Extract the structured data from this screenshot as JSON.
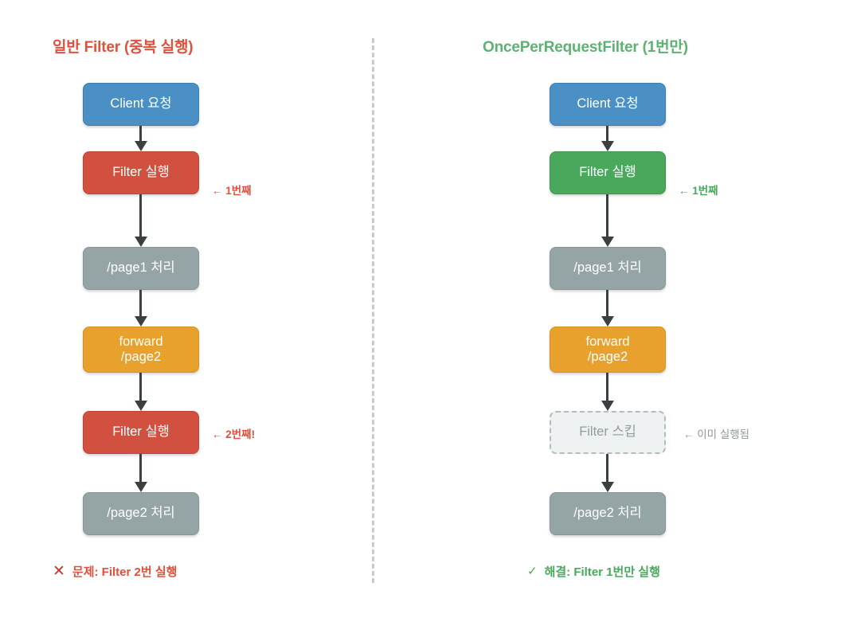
{
  "diagram": {
    "background": "#ffffff",
    "divider": "dashed-vertical-separator"
  },
  "left_column": {
    "title": "일반 Filter (중복 실행)",
    "title_color": "#e0503b",
    "nodes": [
      {
        "label": "Client 요청",
        "style": "client",
        "color": "#4a90c4"
      },
      {
        "label": "Filter 실행",
        "style": "filter-red",
        "color": "#d1503f"
      },
      {
        "label": "/page1 처리",
        "style": "page",
        "color": "#95a5a6"
      },
      {
        "label": "forward\n/page2",
        "style": "forward",
        "color": "#e8a12c"
      },
      {
        "label": "Filter 실행",
        "style": "filter-red",
        "color": "#d1503f"
      },
      {
        "label": "/page2 처리",
        "style": "page",
        "color": "#95a5a6"
      }
    ],
    "annotations": {
      "first": "← 1번째",
      "second": "← 2번째!"
    },
    "caption": {
      "mark": "✕",
      "text": "문제: Filter 2번 실행",
      "color": "#e0503b"
    }
  },
  "right_column": {
    "title": "OncePerRequestFilter (1번만)",
    "title_color": "#5cb270",
    "nodes": [
      {
        "label": "Client 요청",
        "style": "client",
        "color": "#4a90c4"
      },
      {
        "label": "Filter 실행",
        "style": "filter-green",
        "color": "#4aa85c"
      },
      {
        "label": "/page1 처리",
        "style": "page",
        "color": "#95a5a6"
      },
      {
        "label": "forward\n/page2",
        "style": "forward",
        "color": "#e8a12c"
      },
      {
        "label": "Filter 스킵",
        "style": "skip",
        "color": "#939c9d"
      },
      {
        "label": "/page2 처리",
        "style": "page",
        "color": "#95a5a6"
      }
    ],
    "annotations": {
      "first": "← 1번째",
      "skipped": "← 이미 실행됨"
    },
    "caption": {
      "mark": "✓",
      "text": "해결: Filter 1번만 실행",
      "color": "#4aa85c"
    }
  }
}
